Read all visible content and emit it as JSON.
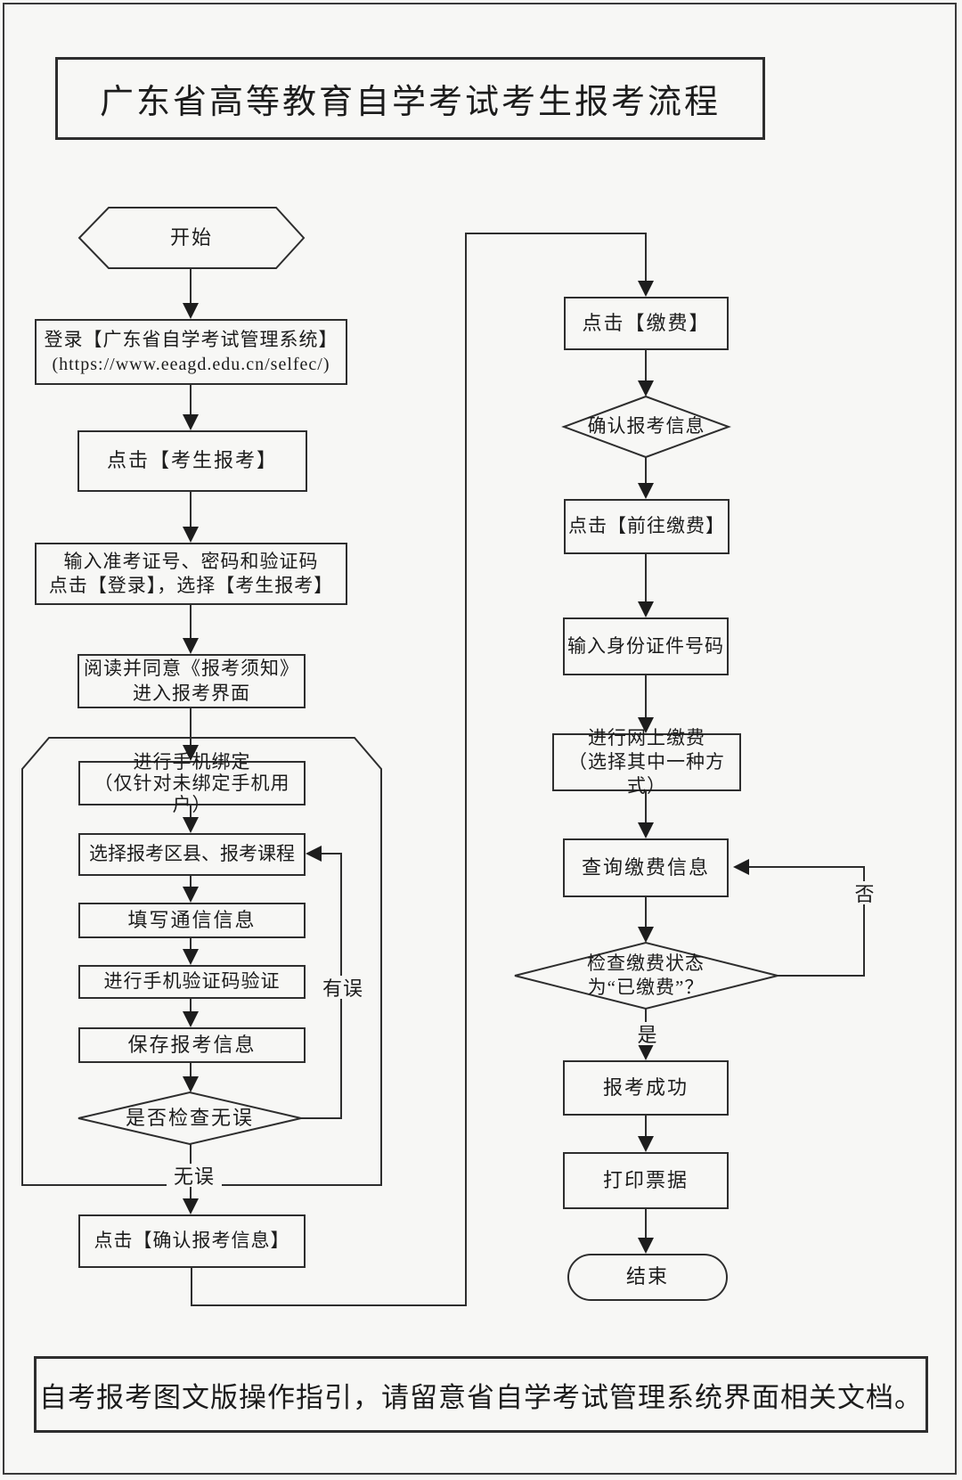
{
  "page": {
    "title": "广东省高等教育自学考试考生报考流程",
    "footer": "自考报考图文版操作指引，请留意省自学考试管理系统界面相关文档。"
  },
  "left": {
    "start": "开始",
    "login": [
      "登录【广东省自学考试管理系统】",
      "(https://www.eeagd.edu.cn/selfec/)"
    ],
    "click_register": "点击【考生报考】",
    "input_credentials": [
      "输入准考证号、密码和验证码",
      "点击【登录】，选择【考生报考】"
    ],
    "read_notice": [
      "阅读并同意《报考须知》",
      "进入报考界面"
    ],
    "bind_phone": [
      "进行手机绑定",
      "（仅针对未绑定手机用户）"
    ],
    "select_courses": "选择报考区县、报考课程",
    "fill_contact": "填写通信信息",
    "verify_sms": "进行手机验证码验证",
    "save_info": "保存报考信息",
    "check_decision": "是否检查无误",
    "label_error": "有误",
    "label_ok": "无误",
    "confirm_info": "点击【确认报考信息】"
  },
  "right": {
    "click_pay": "点击【缴费】",
    "confirm_decision": "确认报考信息",
    "goto_pay": "点击【前往缴费】",
    "input_id": "输入身份证件号码",
    "online_pay": [
      "进行网上缴费",
      "（选择其中一种方式）"
    ],
    "query_pay": "查询缴费信息",
    "check_paid": [
      "检查缴费状态",
      "为“已缴费”？"
    ],
    "label_yes": "是",
    "label_no": "否",
    "success": "报考成功",
    "print_receipt": "打印票据",
    "end": "结束"
  }
}
